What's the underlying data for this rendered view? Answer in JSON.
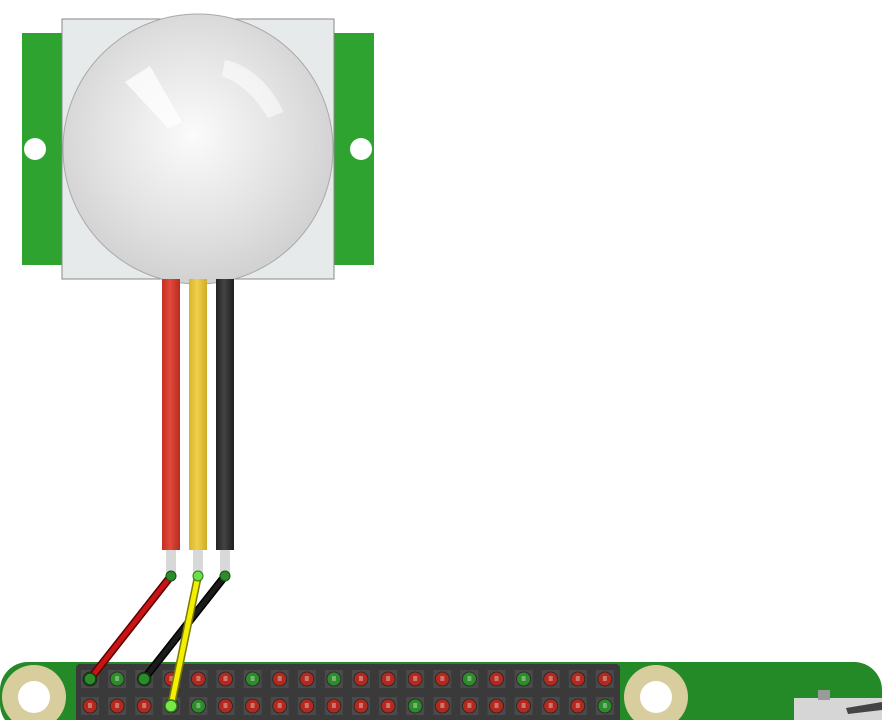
{
  "diagram": {
    "colors": {
      "background": "#ffffff",
      "sensor_board": "#2ea32f",
      "sensor_frame": "#e6eaea",
      "dome": "#d7d7d7",
      "wire_power": "#d83a2c",
      "wire_signal": "#e8c63a",
      "wire_ground": "#2e2e2e",
      "jumper_power": "#c81414",
      "jumper_signal": "#f2f000",
      "jumper_ground": "#151515",
      "pi_board": "#238a27",
      "header_block": "#3a3a3a",
      "pin_red": "#b22a1f",
      "pin_green": "#2d8b2b",
      "mount_hole": "#d8cd9c"
    },
    "components": [
      {
        "name": "pir-motion-sensor",
        "icon": "pir-dome-icon"
      },
      {
        "name": "raspberry-pi-board",
        "icon": "gpio-header-icon"
      }
    ],
    "sensor_wires": [
      "power",
      "signal",
      "ground"
    ],
    "jumper_wires": [
      {
        "name": "power-jumper",
        "from": "sensor-power-wire",
        "to": "gpio-pin-1-row1"
      },
      {
        "name": "ground-jumper",
        "from": "sensor-ground-wire",
        "to": "gpio-pin-3-row1"
      },
      {
        "name": "signal-jumper",
        "from": "sensor-signal-wire",
        "to": "gpio-pin-4-row2"
      }
    ],
    "gpio_header": {
      "columns": 20,
      "rows": 2,
      "row1_colors": [
        "red",
        "green",
        "green",
        "red",
        "red",
        "red",
        "green",
        "red",
        "red",
        "green",
        "red",
        "red",
        "red",
        "red",
        "green",
        "red",
        "green",
        "red",
        "red",
        "red"
      ],
      "row2_colors": [
        "red",
        "red",
        "red",
        "red",
        "green",
        "red",
        "red",
        "red",
        "red",
        "red",
        "red",
        "red",
        "green",
        "red",
        "red",
        "red",
        "red",
        "red",
        "red",
        "green"
      ]
    }
  }
}
